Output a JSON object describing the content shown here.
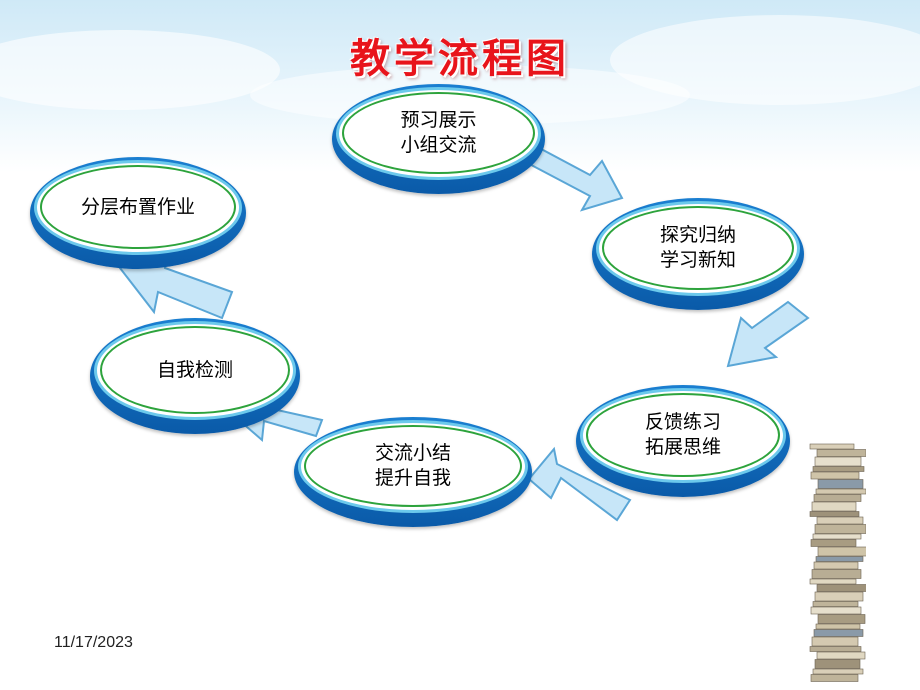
{
  "title": "教学流程图",
  "date": "11/17/2023",
  "colors": {
    "title": "#e8141b",
    "node_base": "#0a5aa8",
    "node_ring": "#6cc9ec",
    "node_inner_border": "#2da33c",
    "arrow_fill": "#c7e6f8",
    "arrow_stroke": "#5aa6d6"
  },
  "steps": [
    {
      "line1": "预习展示",
      "line2": "小组交流"
    },
    {
      "line1": "探究归纳",
      "line2": "学习新知"
    },
    {
      "line1": "反馈练习",
      "line2": "拓展思维"
    },
    {
      "line1": "交流小结",
      "line2": "提升自我"
    },
    {
      "line1": "自我检测",
      "line2": ""
    },
    {
      "line1": "分层布置作业",
      "line2": ""
    }
  ]
}
